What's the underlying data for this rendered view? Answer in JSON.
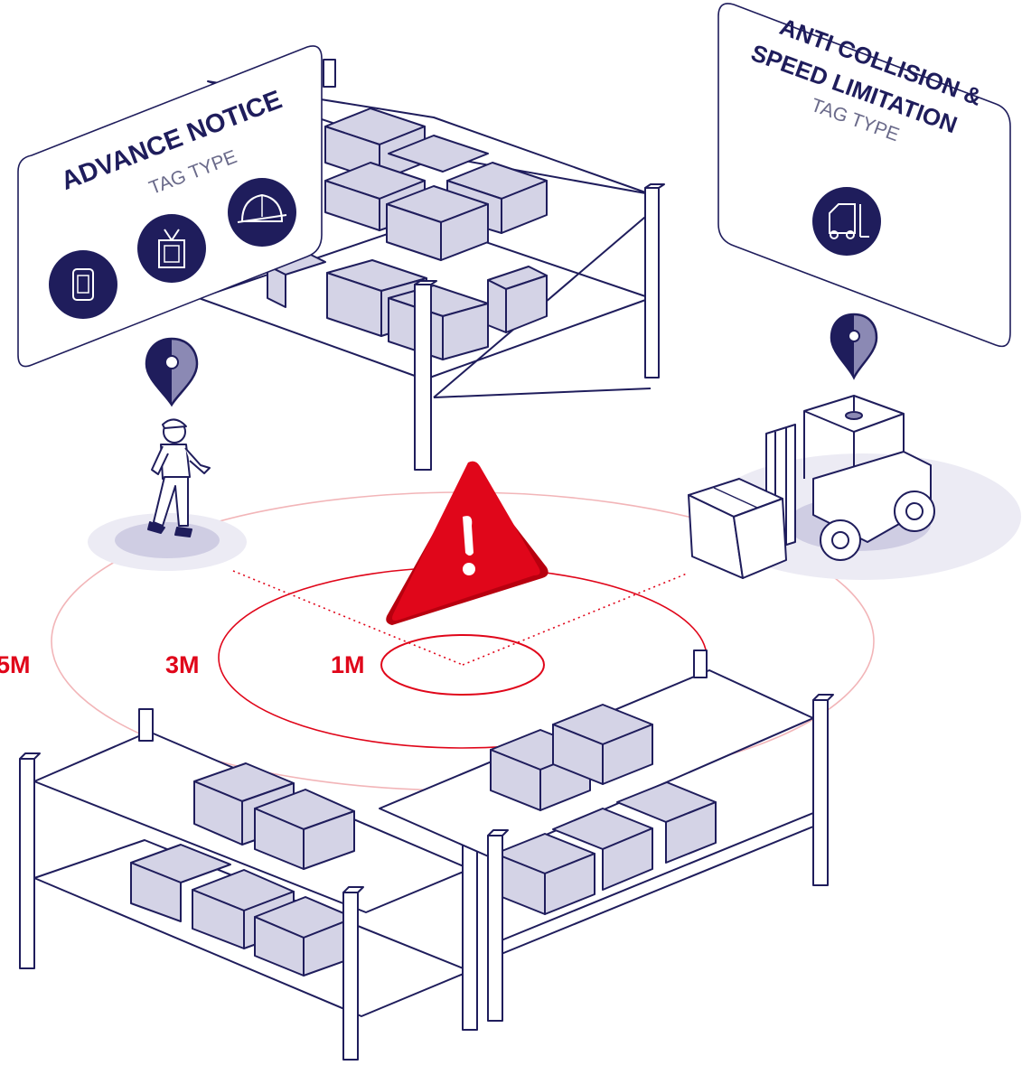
{
  "panels": {
    "advance_notice": {
      "title": "ADVANCE NOTICE",
      "subtitle": "TAG TYPE",
      "icons": [
        "smartwatch-icon",
        "id-badge-icon",
        "hard-hat-icon"
      ]
    },
    "anti_collision": {
      "title_line1": "ANTI COLLISION &",
      "title_line2": "SPEED LIMITATION",
      "subtitle": "TAG TYPE",
      "icons": [
        "forklift-icon"
      ]
    }
  },
  "distance_labels": {
    "outer": "5M",
    "middle": "3M",
    "inner": "1M"
  },
  "colors": {
    "navy": "#1f1d5c",
    "alert_red": "#e0061a",
    "box_fill": "#d4d3e6",
    "ring_light": "#f2b5b8"
  }
}
